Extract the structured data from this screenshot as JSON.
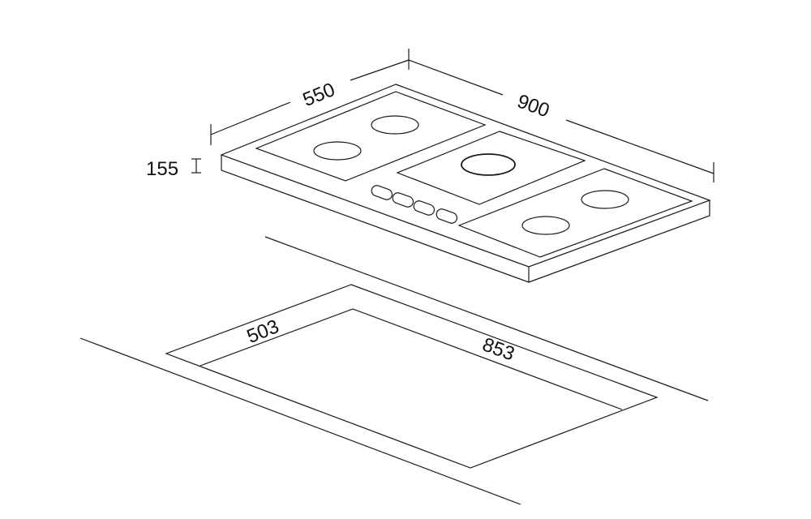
{
  "dimensions": {
    "depth": "550",
    "width": "900",
    "height": "155",
    "cutout_depth": "503",
    "cutout_width": "853"
  },
  "colors": {
    "line": "#1a1a1a",
    "background": "#ffffff"
  }
}
